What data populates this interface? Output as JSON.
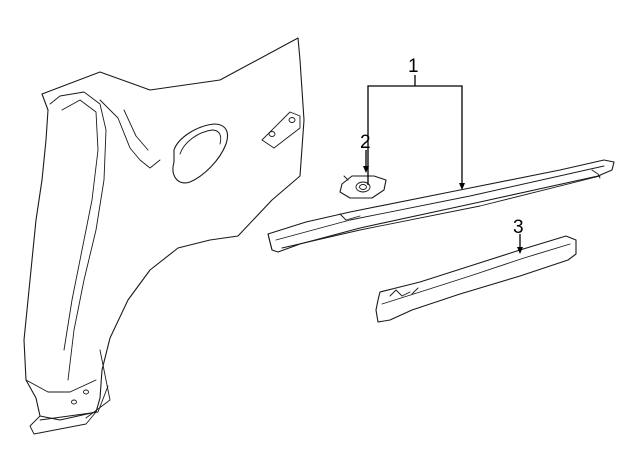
{
  "callouts": [
    {
      "id": "1",
      "label": "1"
    },
    {
      "id": "2",
      "label": "2"
    },
    {
      "id": "3",
      "label": "3"
    }
  ],
  "parts": [
    {
      "callout": "1",
      "name": "rocker-molding"
    },
    {
      "callout": "2",
      "name": "clip"
    },
    {
      "callout": "3",
      "name": "rear-moulding-lower"
    }
  ],
  "colors": {
    "line": "#1a1a1a",
    "background": "#ffffff"
  }
}
